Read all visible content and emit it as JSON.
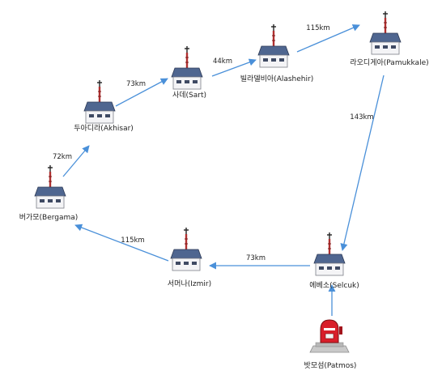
{
  "colors": {
    "edge": "#4a90d9",
    "roof": "#4f6690",
    "wall": "#f4f4f6",
    "steeple": "#b03030",
    "mailbox": "#d81e2a"
  },
  "churches": [
    {
      "id": "pergamon",
      "label": "버가모(Bergama)"
    },
    {
      "id": "thyatira",
      "label": "두아디라(Akhisar)"
    },
    {
      "id": "sardis",
      "label": "사데(Sart)"
    },
    {
      "id": "philadelphia",
      "label": "빌라델비아(Alashehir)"
    },
    {
      "id": "laodicea",
      "label": "라오디게아(Pamukkale)"
    },
    {
      "id": "smyrna",
      "label": "서머나(Izmir)"
    },
    {
      "id": "ephesus",
      "label": "에베소(Selcuk)"
    }
  ],
  "island": {
    "id": "patmos",
    "label": "밧모섬(Patmos)",
    "icon": "mailbox-icon"
  },
  "routes": [
    {
      "from": "pergamon",
      "to": "thyatira",
      "distance": "72km"
    },
    {
      "from": "thyatira",
      "to": "sardis",
      "distance": "73km"
    },
    {
      "from": "sardis",
      "to": "philadelphia",
      "distance": "44km"
    },
    {
      "from": "philadelphia",
      "to": "laodicea",
      "distance": "115km"
    },
    {
      "from": "laodicea",
      "to": "ephesus",
      "distance": "143km"
    },
    {
      "from": "ephesus",
      "to": "smyrna",
      "distance": "73km"
    },
    {
      "from": "smyrna",
      "to": "pergamon",
      "distance": "115km"
    },
    {
      "from": "patmos",
      "to": "ephesus",
      "distance": ""
    }
  ]
}
